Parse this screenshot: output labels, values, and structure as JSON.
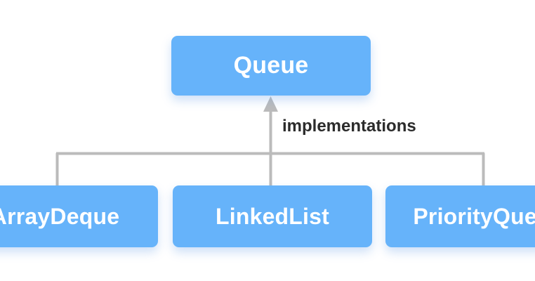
{
  "diagram": {
    "type": "hierarchy-tree",
    "background_color": "#ffffff",
    "node_color": "#66b3fa",
    "node_text_color": "#ffffff",
    "connector_color": "#bbbbbb",
    "label_color": "#2b2b2b",
    "root": {
      "label": "Queue"
    },
    "edge_label": "implementations",
    "children": [
      {
        "label": "ArrayDeque",
        "clipped": "left"
      },
      {
        "label": "LinkedList",
        "clipped": "none"
      },
      {
        "label": "PriorityQueue",
        "clipped": "right"
      }
    ]
  }
}
